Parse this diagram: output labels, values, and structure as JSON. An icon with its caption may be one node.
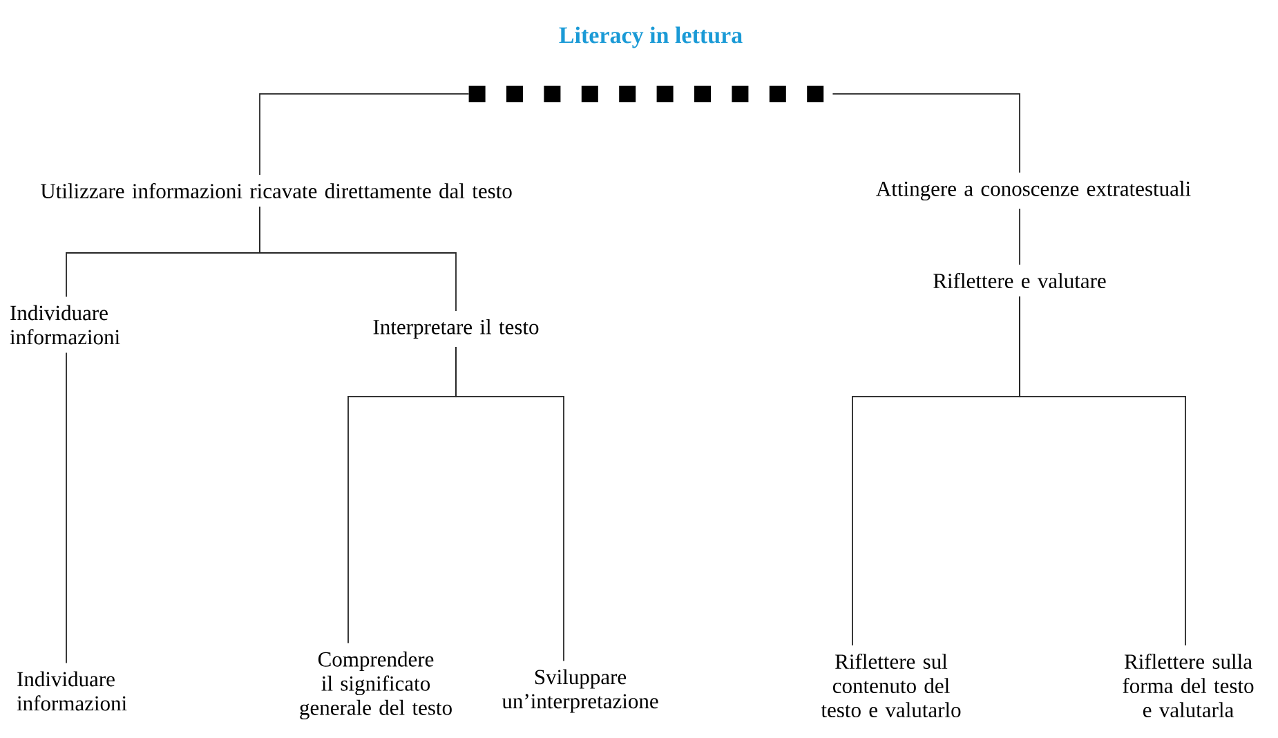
{
  "diagram": {
    "title": "Literacy in lettura",
    "nodes": [
      {
        "text": [],
        "shape": "bar"
      },
      {
        "text": [
          "Utilizzare informazioni ricavate direttamente dal testo"
        ]
      },
      {
        "text": [
          "Attingere a conoscenze extratestuali"
        ]
      },
      {
        "text": [
          "Individuare informazioni"
        ]
      },
      {
        "text": [
          "Interpretare il testo"
        ]
      },
      {
        "text": [
          "Riflettere e valutare"
        ]
      },
      {
        "text": [
          "Individuare informazioni"
        ]
      },
      {
        "text": [
          "Comprendere il significato generale del testo"
        ]
      },
      {
        "text": [
          "Sviluppare un’interpretazione"
        ]
      },
      {
        "text": [
          "Riflettere sul contenuto del testo e valutarlo"
        ]
      },
      {
        "text": [
          "Riflettere sulla forma del testo e valutarla"
        ]
      }
    ],
    "edges": [
      {
        "from": 0,
        "to": 1,
        "arrow": "none"
      },
      {
        "from": 0,
        "to": 2,
        "arrow": "none"
      },
      {
        "from": 1,
        "to": 3,
        "arrow": "none"
      },
      {
        "from": 1,
        "to": 4,
        "arrow": "none"
      },
      {
        "from": 2,
        "to": 5,
        "arrow": "none"
      },
      {
        "from": 3,
        "to": 6,
        "arrow": "none"
      },
      {
        "from": 4,
        "to": 7,
        "arrow": "none"
      },
      {
        "from": 4,
        "to": 8,
        "arrow": "none"
      },
      {
        "from": 5,
        "to": 9,
        "arrow": "none"
      },
      {
        "from": 5,
        "to": 10,
        "arrow": "none"
      }
    ]
  }
}
